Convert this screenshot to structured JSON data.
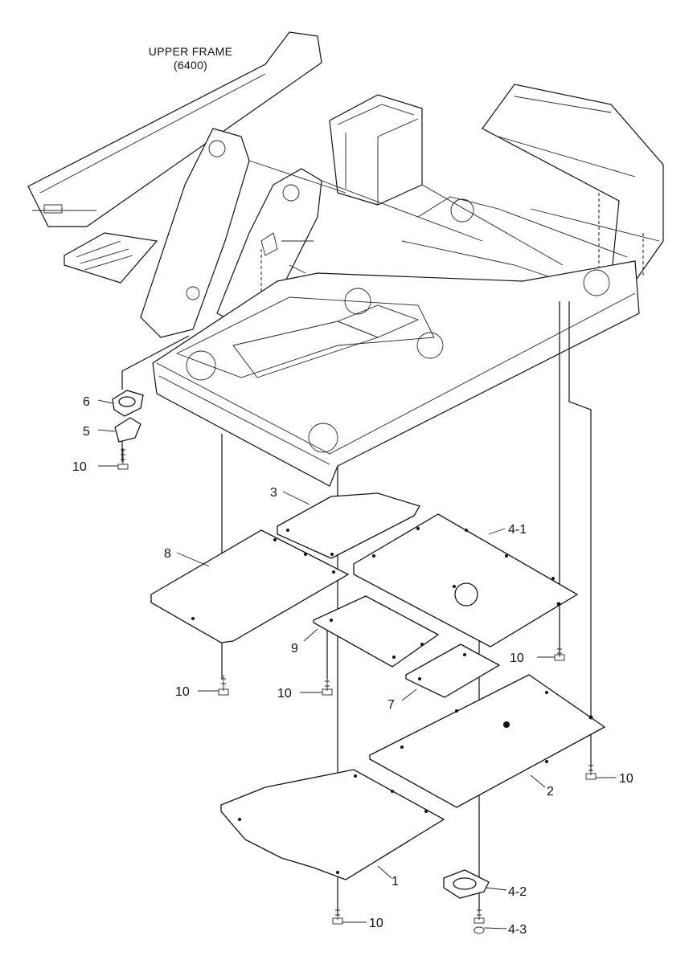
{
  "title": {
    "line1": "UPPER FRAME",
    "line2": "(6400)"
  },
  "callouts": [
    {
      "id": "c6",
      "text": "6"
    },
    {
      "id": "c5",
      "text": "5"
    },
    {
      "id": "c10a",
      "text": "10"
    },
    {
      "id": "c3",
      "text": "3"
    },
    {
      "id": "c8",
      "text": "8"
    },
    {
      "id": "c4-1",
      "text": "4-1"
    },
    {
      "id": "c9",
      "text": "9"
    },
    {
      "id": "c10b",
      "text": "10"
    },
    {
      "id": "c10c",
      "text": "10"
    },
    {
      "id": "c10d",
      "text": "10"
    },
    {
      "id": "c7",
      "text": "7"
    },
    {
      "id": "c10e",
      "text": "10"
    },
    {
      "id": "c2",
      "text": "2"
    },
    {
      "id": "c1",
      "text": "1"
    },
    {
      "id": "c4-2",
      "text": "4-2"
    },
    {
      "id": "c10f",
      "text": "10"
    },
    {
      "id": "c4-3",
      "text": "4-3"
    }
  ]
}
